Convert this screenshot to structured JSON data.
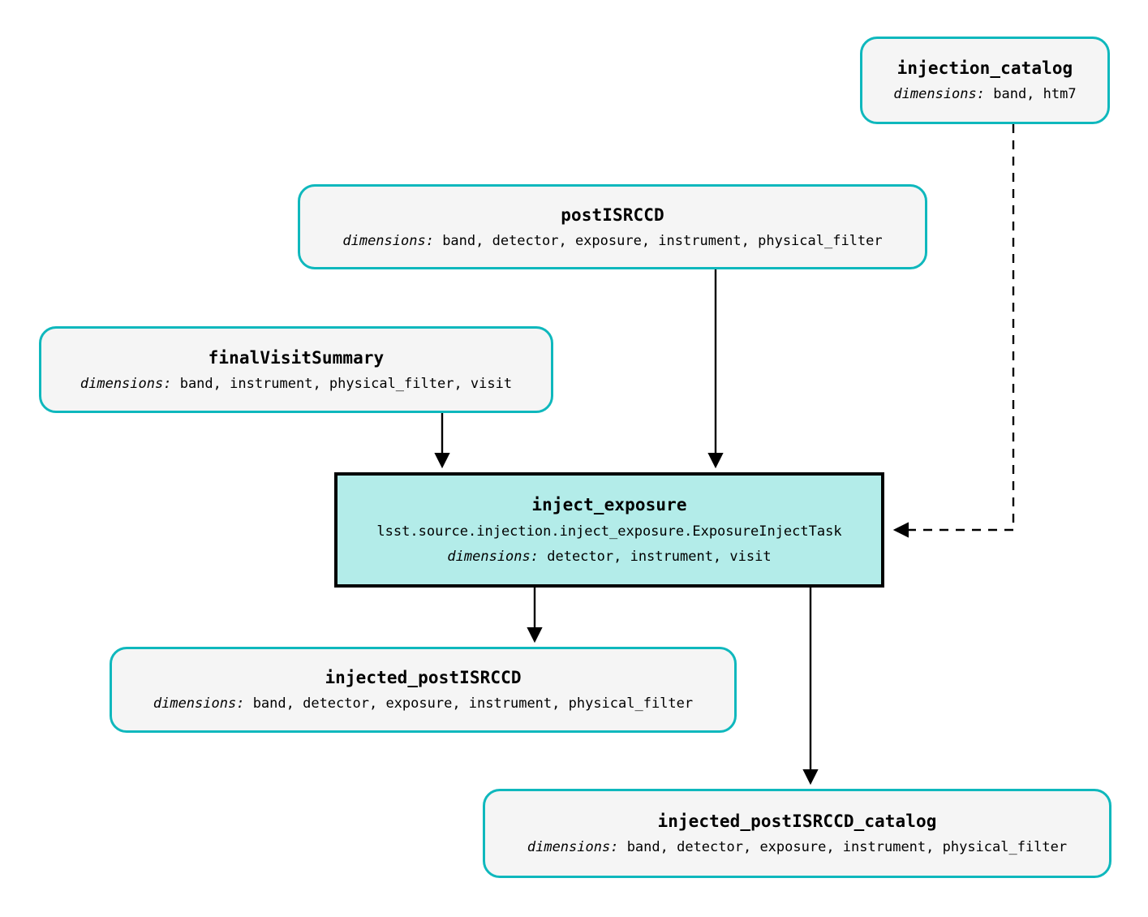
{
  "diagram": {
    "type": "pipeline-dag",
    "colors": {
      "dataset_border": "#0fb8bd",
      "dataset_fill": "#f5f5f5",
      "task_border": "#000000",
      "task_fill": "#b3ece9",
      "edge": "#000000",
      "background": "#ffffff"
    },
    "dims_label": "dimensions:",
    "nodes": [
      {
        "id": "injection_catalog",
        "kind": "dataset",
        "title": "injection_catalog",
        "dims": " band, htm7"
      },
      {
        "id": "postISRCCD",
        "kind": "dataset",
        "title": "postISRCCD",
        "dims": " band, detector, exposure, instrument, physical_filter"
      },
      {
        "id": "finalVisitSummary",
        "kind": "dataset",
        "title": "finalVisitSummary",
        "dims": " band, instrument, physical_filter, visit"
      },
      {
        "id": "inject_exposure",
        "kind": "task",
        "title": "inject_exposure",
        "subtitle": "lsst.source.injection.inject_exposure.ExposureInjectTask",
        "dims": " detector, instrument, visit"
      },
      {
        "id": "injected_postISRCCD",
        "kind": "dataset",
        "title": "injected_postISRCCD",
        "dims": " band, detector, exposure, instrument, physical_filter"
      },
      {
        "id": "injected_postISRCCD_catalog",
        "kind": "dataset",
        "title": "injected_postISRCCD_catalog",
        "dims": " band, detector, exposure, instrument, physical_filter"
      }
    ],
    "edges": [
      {
        "id": "edge-postISRCCD-inject_exposure",
        "from": "postISRCCD",
        "to": "inject_exposure",
        "style": "solid"
      },
      {
        "id": "edge-finalVisitSummary-inject_exposure",
        "from": "finalVisitSummary",
        "to": "inject_exposure",
        "style": "solid"
      },
      {
        "id": "edge-injection_catalog-inject_exposure",
        "from": "injection_catalog",
        "to": "inject_exposure",
        "style": "dashed"
      },
      {
        "id": "edge-inject_exposure-injected_postISRCCD",
        "from": "inject_exposure",
        "to": "injected_postISRCCD",
        "style": "solid"
      },
      {
        "id": "edge-inject_exposure-injected_postISRCCD_catalog",
        "from": "inject_exposure",
        "to": "injected_postISRCCD_catalog",
        "style": "solid"
      }
    ]
  }
}
